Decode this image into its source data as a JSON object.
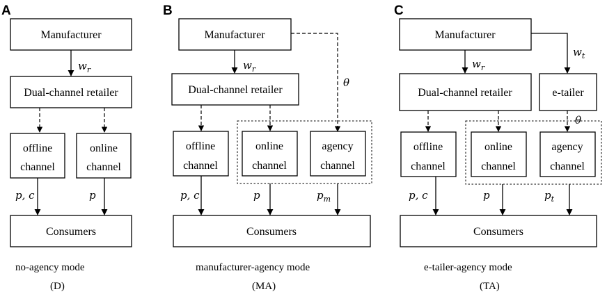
{
  "panels": [
    {
      "letter": "A",
      "nodes": {
        "manufacturer": "Manufacturer",
        "retailer": "Dual-channel retailer",
        "offline_1": "offline",
        "offline_2": "channel",
        "online_1": "online",
        "online_2": "channel",
        "consumers": "Consumers"
      },
      "labels": {
        "w_base": "w",
        "w_sub": "r",
        "pc": "p, c",
        "p": "p"
      },
      "caption": {
        "mode": "no-agency mode",
        "code": "(D)"
      }
    },
    {
      "letter": "B",
      "nodes": {
        "manufacturer": "Manufacturer",
        "retailer": "Dual-channel retailer",
        "offline_1": "offline",
        "offline_2": "channel",
        "online_1": "online",
        "online_2": "channel",
        "agency_1": "agency",
        "agency_2": "channel",
        "consumers": "Consumers"
      },
      "labels": {
        "w_base": "w",
        "w_sub": "r",
        "theta": "θ",
        "pc": "p, c",
        "p": "p",
        "pm_base": "p",
        "pm_sub": "m"
      },
      "caption": {
        "mode": "manufacturer-agency mode",
        "code": "(MA)"
      }
    },
    {
      "letter": "C",
      "nodes": {
        "manufacturer": "Manufacturer",
        "retailer": "Dual-channel retailer",
        "etailer": "e-tailer",
        "offline_1": "offline",
        "offline_2": "channel",
        "online_1": "online",
        "online_2": "channel",
        "agency_1": "agency",
        "agency_2": "channel",
        "consumers": "Consumers"
      },
      "labels": {
        "w_base": "w",
        "w_sub": "r",
        "wt_base": "w",
        "wt_sub": "t",
        "theta": "θ",
        "pc": "p, c",
        "p": "p",
        "pt_base": "p",
        "pt_sub": "t"
      },
      "caption": {
        "mode": "e-tailer-agency mode",
        "code": "(TA)"
      }
    }
  ]
}
